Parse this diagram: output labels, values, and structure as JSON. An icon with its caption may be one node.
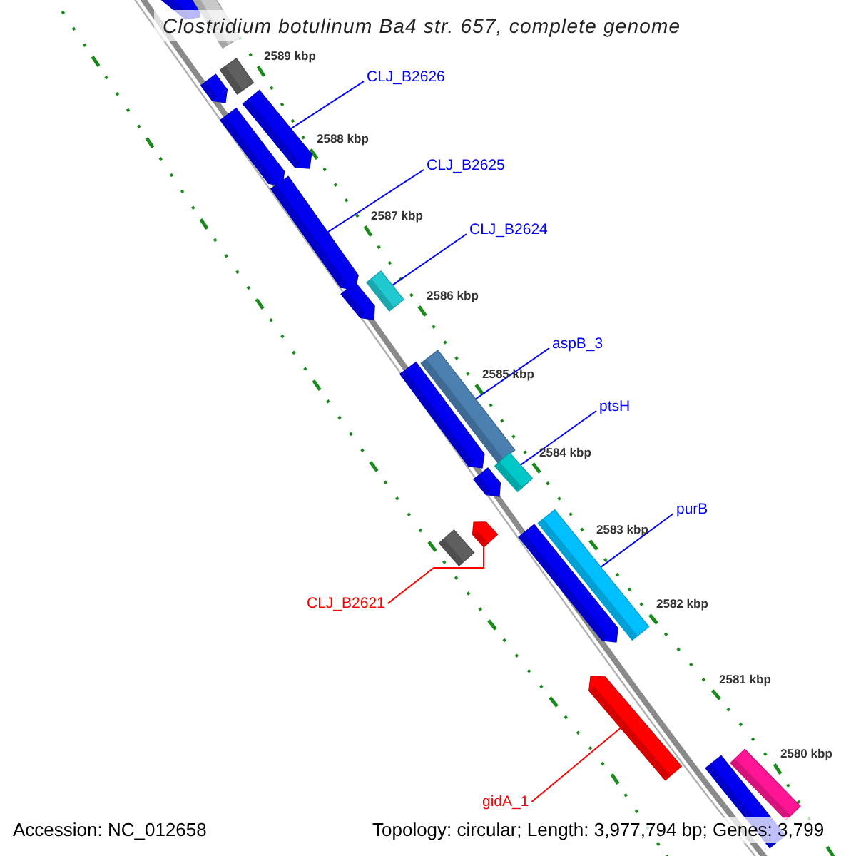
{
  "diagram": {
    "title": "Clostridium botulinum Ba4 str. 657, complete genome",
    "nodes": [
      {
        "text": [
          "CLJ_B2626"
        ]
      },
      {
        "text": [],
        "shape": "bar"
      },
      {
        "text": [
          "CLJ_B2625"
        ]
      },
      {
        "text": [],
        "shape": "bar"
      },
      {
        "text": [
          "CLJ_B2624"
        ]
      },
      {
        "text": [],
        "shape": "bar"
      },
      {
        "text": [
          "aspB_3"
        ]
      },
      {
        "text": [],
        "shape": "bar"
      },
      {
        "text": [
          "ptsH"
        ]
      },
      {
        "text": [],
        "shape": "bar"
      },
      {
        "text": [
          "purB"
        ]
      },
      {
        "text": [],
        "shape": "bar"
      },
      {
        "text": [
          "CLJ_B2621"
        ]
      },
      {
        "text": [],
        "shape": "bar"
      },
      {
        "text": [
          "gidA_1"
        ]
      },
      {
        "text": [],
        "shape": "bar"
      }
    ],
    "edges": [
      {
        "from": 0,
        "to": 1,
        "arrow": "none"
      },
      {
        "from": 2,
        "to": 3,
        "arrow": "none"
      },
      {
        "from": 4,
        "to": 5,
        "arrow": "none"
      },
      {
        "from": 6,
        "to": 7,
        "arrow": "none"
      },
      {
        "from": 8,
        "to": 9,
        "arrow": "none"
      },
      {
        "from": 10,
        "to": 11,
        "arrow": "none"
      },
      {
        "from": 12,
        "to": 13,
        "arrow": "none",
        "color": "#ff0000"
      },
      {
        "from": 14,
        "to": 15,
        "arrow": "none",
        "color": "#ff0000"
      }
    ],
    "labels": [
      "2589 kbp",
      "2588 kbp",
      "2587 kbp",
      "2586 kbp",
      "2585 kbp",
      "2584 kbp",
      "2583 kbp",
      "2582 kbp",
      "2581 kbp",
      "2580 kbp",
      "Accession: NC_012658",
      "Topology: circular; Length: 3,977,794 bp; Genes: 3,799"
    ]
  }
}
